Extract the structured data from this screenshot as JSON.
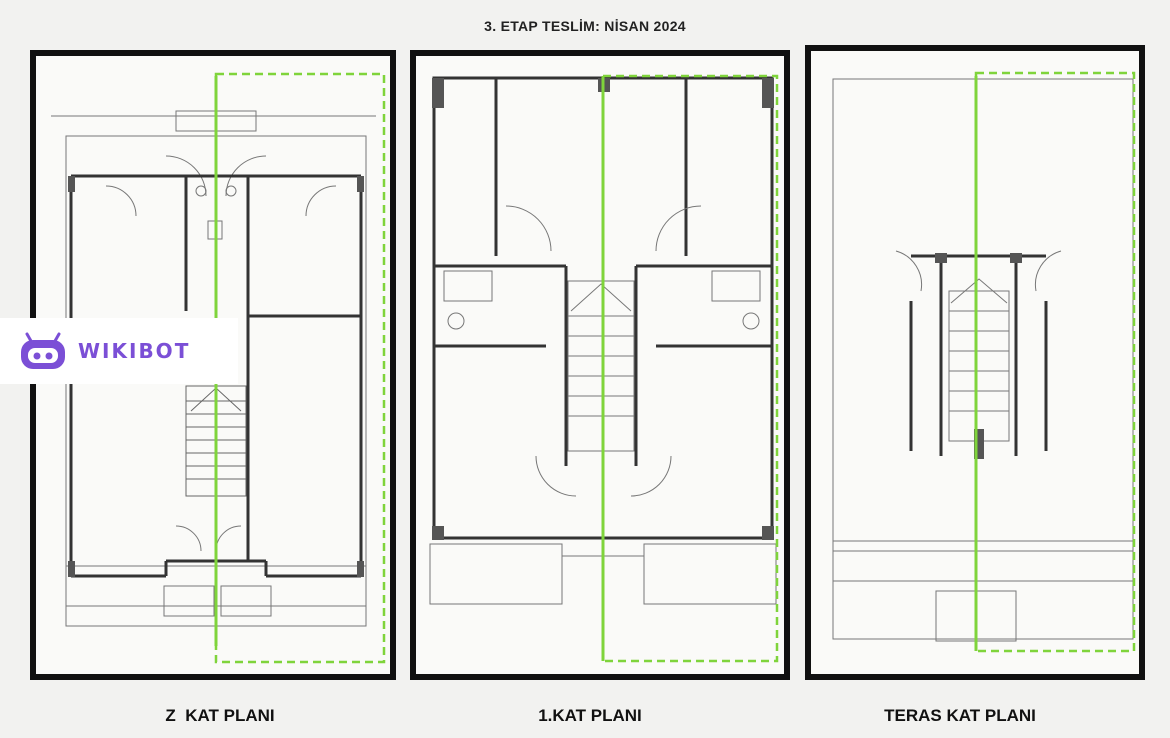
{
  "header": {
    "title": "3. ETAP TESLİM: NİSAN 2024"
  },
  "plans": [
    {
      "caption": "Z  KAT PLANI"
    },
    {
      "caption": "1.KAT PLANI"
    },
    {
      "caption": "TERAS KAT PLANI"
    }
  ],
  "brand": {
    "name": "WIKIBOT",
    "color": "#7b4fd6"
  },
  "colors": {
    "highlight": "#7fd43b",
    "wall": "#333333",
    "line": "#777777"
  }
}
